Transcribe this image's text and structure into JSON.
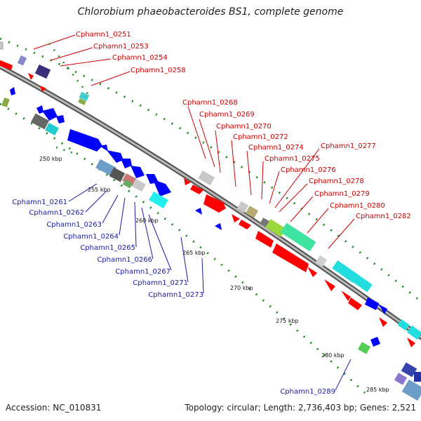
{
  "title": "Chlorobium phaeobacteroides BS1, complete genome",
  "footer": {
    "accession": "Accession: NC_010831",
    "summary": "Topology: circular; Length: 2,736,403 bp; Genes: 2,521"
  },
  "colors": {
    "forward": "#ff0000",
    "reverse": "#0000ff",
    "label_forward": "#cc0000",
    "label_reverse": "#1a1aa8",
    "backbone": "#808080",
    "tick": "#1e8a1e"
  },
  "kbp_ticks": [
    "250 kbp",
    "255 kbp",
    "260 kbp",
    "265 kbp",
    "270 kbp",
    "275 kbp",
    "280 kbp",
    "285 kbp"
  ],
  "forward_labels": [
    "Cphamn1_0251",
    "Cphamn1_0253",
    "Cphamn1_0254",
    "Cphamn1_0258",
    "Cphamn1_0268",
    "Cphamn1_0269",
    "Cphamn1_0270",
    "Cphamn1_0272",
    "Cphamn1_0274",
    "Cphamn1_0275",
    "Cphamn1_0276",
    "Cphamn1_0277",
    "Cphamn1_0278",
    "Cphamn1_0279",
    "Cphamn1_0280",
    "Cphamn1_0282"
  ],
  "reverse_labels": [
    "Cphamn1_0261",
    "Cphamn1_0262",
    "Cphamn1_0263",
    "Cphamn1_0264",
    "Cphamn1_0265",
    "Cphamn1_0266",
    "Cphamn1_0267",
    "Cphamn1_0271",
    "Cphamn1_0273",
    "Cphamn1_0289"
  ]
}
